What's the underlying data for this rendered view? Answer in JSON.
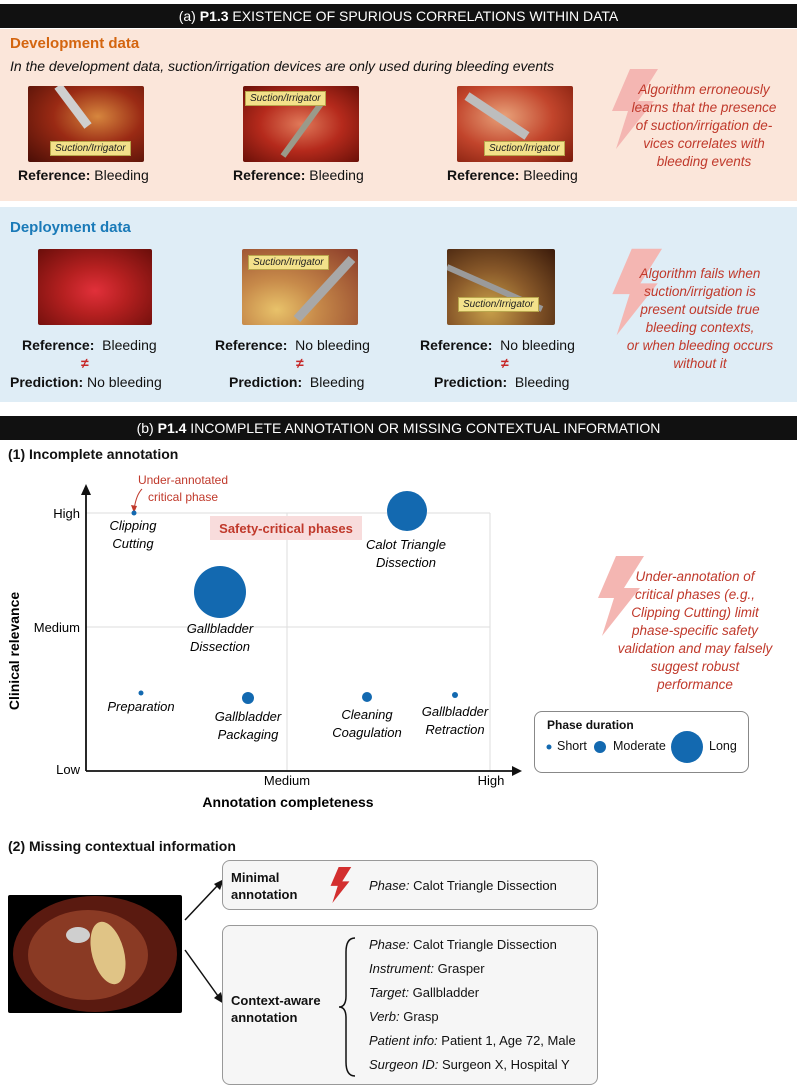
{
  "section_a": {
    "header_prefix": "(a) ",
    "header_code": "P1.3",
    "header_title": " EXISTENCE OF SPURIOUS CORRELATIONS WITHIN DATA",
    "development": {
      "title": "Development data",
      "subtitle": "In the development data, suction/irrigation devices are only used during bleeding events",
      "items": [
        {
          "tag": "Suction/Irrigator",
          "ref_label": "Reference:",
          "ref_value": "Bleeding"
        },
        {
          "tag": "Suction/Irrigator",
          "ref_label": "Reference:",
          "ref_value": "Bleeding"
        },
        {
          "tag": "Suction/Irrigator",
          "ref_label": "Reference:",
          "ref_value": "Bleeding"
        }
      ],
      "note": [
        "Algorithm erroneously",
        "learns that the presence",
        "of suction/irrigation de-",
        "vices correlates with",
        "bleeding events"
      ]
    },
    "deployment": {
      "title": "Deployment data",
      "items": [
        {
          "tag": "",
          "ref_label": "Reference:",
          "ref_value": "Bleeding",
          "neq": "≠",
          "pred_label": "Prediction:",
          "pred_value": "No bleeding"
        },
        {
          "tag": "Suction/Irrigator",
          "ref_label": "Reference:",
          "ref_value": "No bleeding",
          "neq": "≠",
          "pred_label": "Prediction:",
          "pred_value": "Bleeding"
        },
        {
          "tag": "Suction/Irrigator",
          "ref_label": "Reference:",
          "ref_value": "No bleeding",
          "neq": "≠",
          "pred_label": "Prediction:",
          "pred_value": "Bleeding"
        }
      ],
      "note": [
        "Algorithm fails when",
        "suction/irrigation is",
        "present outside true",
        "bleeding contexts,",
        "or when bleeding occurs",
        "without it"
      ]
    }
  },
  "section_b": {
    "header_prefix": "(b) ",
    "header_code": "P1.4",
    "header_title": " INCOMPLETE ANNOTATION OR MISSING CONTEXTUAL INFORMATION",
    "part1_title": "(1) Incomplete annotation",
    "chart": {
      "ylabel": "Clinical relevance",
      "xlabel": "Annotation completeness",
      "yticks": [
        "Low",
        "Medium",
        "High"
      ],
      "xticks": [
        "Medium",
        "High"
      ],
      "highlight_label": "Safety-critical phases",
      "callout": [
        "Under-annotated",
        "critical phase"
      ],
      "points": [
        {
          "label1": "Clipping",
          "label2": "Cutting",
          "duration": "Short"
        },
        {
          "label1": "Calot Triangle",
          "label2": "Dissection",
          "duration": "Long"
        },
        {
          "label1": "Gallbladder",
          "label2": "Dissection",
          "duration": "Long"
        },
        {
          "label1": "Preparation",
          "label2": "",
          "duration": "Short"
        },
        {
          "label1": "Gallbladder",
          "label2": "Packaging",
          "duration": "Moderate"
        },
        {
          "label1": "Cleaning",
          "label2": "Coagulation",
          "duration": "Moderate"
        },
        {
          "label1": "Gallbladder",
          "label2": "Retraction",
          "duration": "Short"
        }
      ],
      "legend": {
        "title": "Phase duration",
        "items": [
          "Short",
          "Moderate",
          "Long"
        ]
      },
      "color": "#1369b0"
    },
    "note": [
      "Under-annotation of",
      "critical phases (e.g.,",
      "Clipping Cutting) limit",
      "phase-specific safety",
      "validation and may falsely",
      "suggest robust",
      "performance"
    ],
    "part2_title": "(2) Missing contextual information",
    "minimal": {
      "label1": "Minimal",
      "label2": "annotation",
      "key": "Phase:",
      "value": "Calot Triangle Dissection"
    },
    "context": {
      "label1": "Context-aware",
      "label2": "annotation",
      "rows": [
        {
          "key": "Phase:",
          "value": "Calot Triangle Dissection"
        },
        {
          "key": "Instrument:",
          "value": "Grasper"
        },
        {
          "key": "Target:",
          "value": "Gallbladder"
        },
        {
          "key": "Verb:",
          "value": "Grasp"
        },
        {
          "key": "Patient info:",
          "value": "Patient 1, Age 72, Male"
        },
        {
          "key": "Surgeon ID:",
          "value": "Surgeon X, Hospital Y"
        }
      ]
    }
  },
  "colors": {
    "dev_bg": "#fbe6da",
    "dep_bg": "#dfedf6",
    "dev_title": "#d4650f",
    "dep_title": "#1a7ab8",
    "accent_red": "#c0392b",
    "bolt": "#f4b6b2"
  }
}
